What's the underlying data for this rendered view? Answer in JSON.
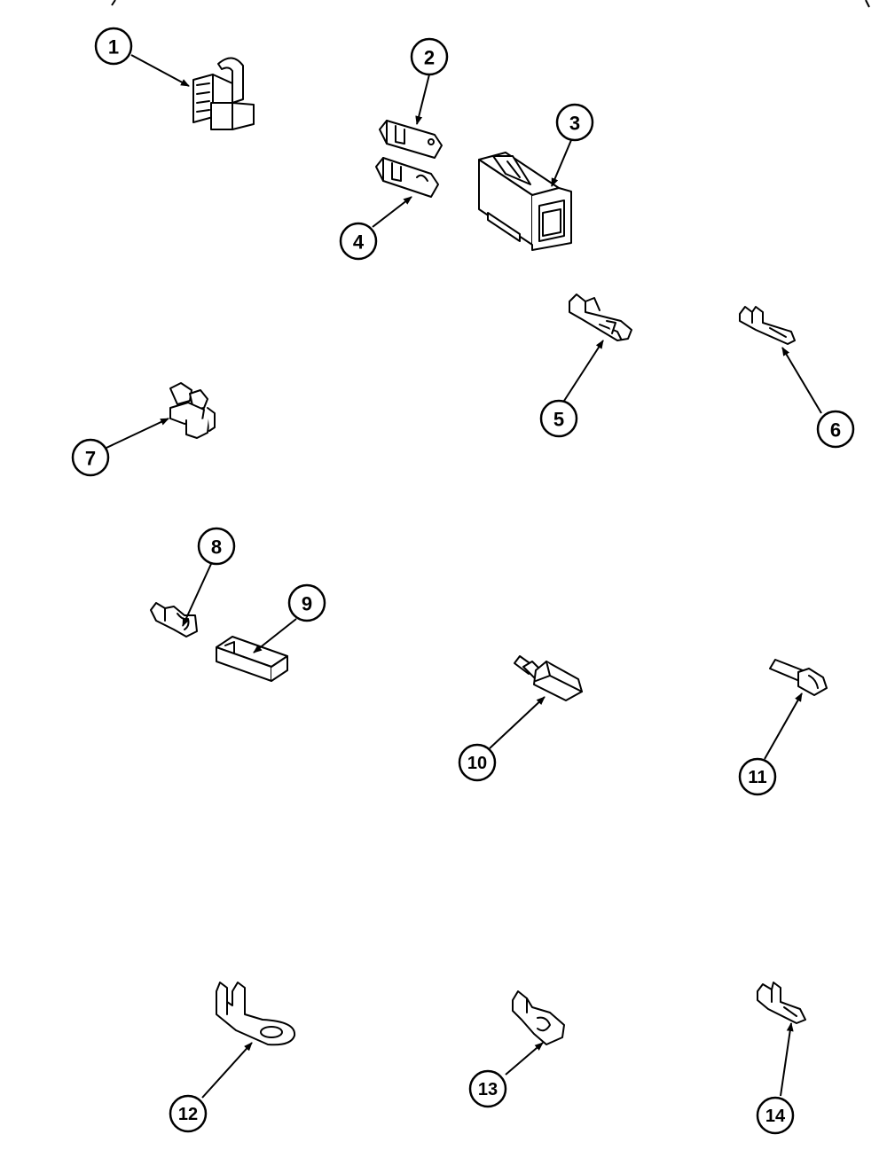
{
  "diagram": {
    "ink_color": "#000000",
    "background_color": "#ffffff",
    "callouts": [
      {
        "number": "1"
      },
      {
        "number": "2"
      },
      {
        "number": "3"
      },
      {
        "number": "4"
      },
      {
        "number": "5"
      },
      {
        "number": "6"
      },
      {
        "number": "7"
      },
      {
        "number": "8"
      },
      {
        "number": "9"
      },
      {
        "number": "10"
      },
      {
        "number": "11"
      },
      {
        "number": "12"
      },
      {
        "number": "13"
      },
      {
        "number": "14"
      }
    ]
  }
}
